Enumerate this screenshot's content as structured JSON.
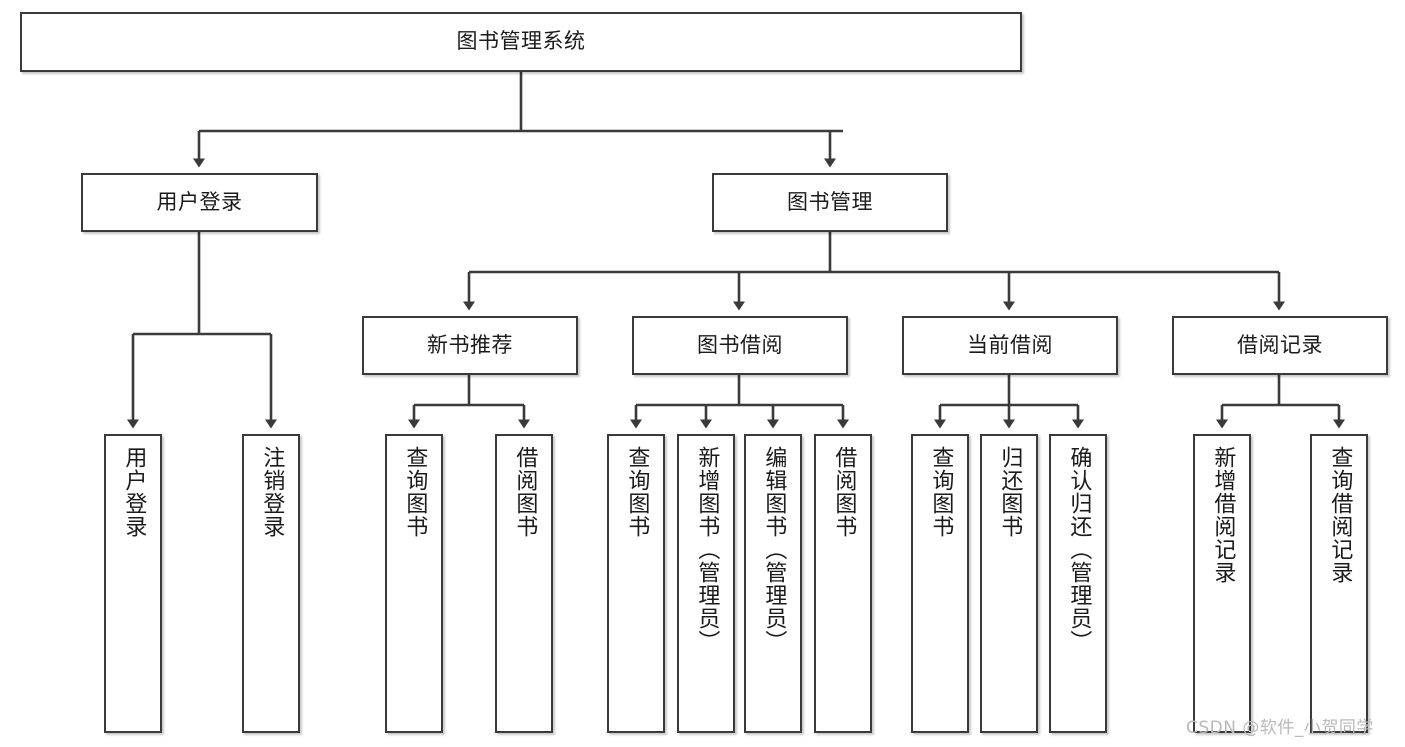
{
  "diagram": {
    "type": "tree",
    "title": "图书管理系统",
    "root": {
      "label": "图书管理系统"
    },
    "level2": [
      {
        "label": "用户登录"
      },
      {
        "label": "图书管理"
      }
    ],
    "level3": [
      {
        "label": "新书推荐"
      },
      {
        "label": "图书借阅"
      },
      {
        "label": "当前借阅"
      },
      {
        "label": "借阅记录"
      }
    ],
    "leaves": {
      "user_login": [
        {
          "label": "用户登录"
        },
        {
          "label": "注销登录"
        }
      ],
      "new_book_recommend": [
        {
          "label": "查询图书"
        },
        {
          "label": "借阅图书"
        }
      ],
      "book_borrow": [
        {
          "label": "查询图书"
        },
        {
          "label": "新增图书（管理员）"
        },
        {
          "label": "编辑图书（管理员）"
        },
        {
          "label": "借阅图书"
        }
      ],
      "current_borrow": [
        {
          "label": "查询图书"
        },
        {
          "label": "归还图书"
        },
        {
          "label": "确认归还（管理员）"
        }
      ],
      "borrow_record": [
        {
          "label": "新增借阅记录"
        },
        {
          "label": "查询借阅记录"
        }
      ]
    }
  },
  "watermark": {
    "text": "CSDN @软件_小贺同学"
  },
  "colors": {
    "box_border": "#3a3a3a",
    "box_fill": "#ffffff",
    "line": "#3a3a3a",
    "text": "#1b1b1b",
    "watermark": "#b9b9b9"
  }
}
